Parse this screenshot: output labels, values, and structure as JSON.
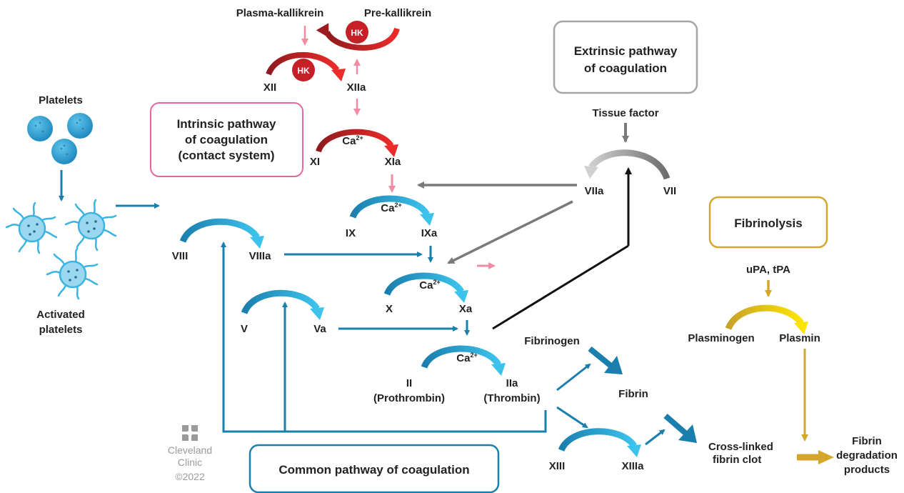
{
  "colors": {
    "blue": "#1b7fae",
    "light_blue": "#2fb3e0",
    "red": "#e0232a",
    "dark_red": "#9b1b1f",
    "pink": "#f18ca3",
    "gray": "#7a7a7a",
    "gold": "#d4a72c",
    "yellow": "#f7d117",
    "black": "#111111"
  },
  "boxes": {
    "extrinsic": "Extrinsic pathway|of coagulation",
    "intrinsic": "Intrinsic pathway|of coagulation|(contact system)",
    "fibrinolysis": "Fibrinolysis",
    "common": "Common pathway of coagulation"
  },
  "labels": {
    "plasma_kallikrein": "Plasma-kallikrein",
    "pre_kallikrein": "Pre-kallikrein",
    "hk": "HK",
    "xii": "XII",
    "xiia": "XIIa",
    "xi": "XI",
    "xia": "XIa",
    "ix": "IX",
    "ixa": "IXa",
    "x": "X",
    "xa": "Xa",
    "ii": "II",
    "iia": "IIa",
    "prothrombin": "(Prothrombin)",
    "thrombin": "(Thrombin)",
    "viii": "VIII",
    "viiia": "VIIIa",
    "v": "V",
    "va": "Va",
    "vii": "VII",
    "viia": "VIIa",
    "tissue_factor": "Tissue factor",
    "ca": "Ca",
    "ca_sup": "2+",
    "fibrinogen": "Fibrinogen",
    "fibrin": "Fibrin",
    "xiii": "XIII",
    "xiiia": "XIIIa",
    "crosslinked_1": "Cross-linked",
    "crosslinked_2": "fibrin clot",
    "fdp_1": "Fibrin",
    "fdp_2": "degradation",
    "fdp_3": "products",
    "upa_tpa": "uPA, tPA",
    "plasminogen": "Plasminogen",
    "plasmin": "Plasmin",
    "platelets": "Platelets",
    "activated_1": "Activated",
    "activated_2": "platelets"
  },
  "logo": {
    "line1": "Cleveland",
    "line2": "Clinic",
    "year": "©2022"
  }
}
